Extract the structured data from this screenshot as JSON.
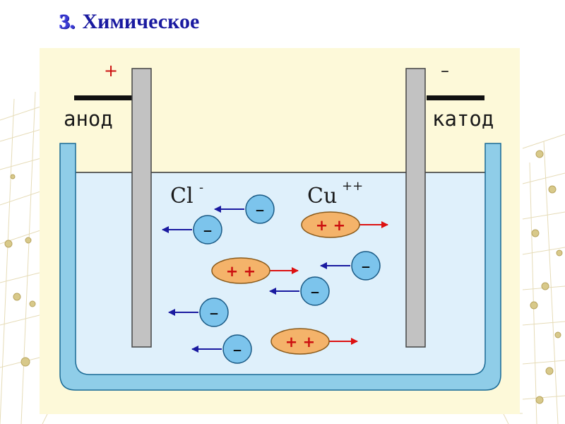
{
  "title": {
    "number": "3.",
    "text": "Химическое"
  },
  "anode": {
    "label": "анод",
    "sign": "+"
  },
  "cathode": {
    "label": "катод",
    "sign": "–"
  },
  "anion_label": {
    "symbol": "Cl",
    "charge": "-"
  },
  "cation_label": {
    "symbol": "Cu",
    "charge": "++"
  },
  "anion_sign": "–",
  "cation_sign": "+ +",
  "colors": {
    "panel": "#fdf9d9",
    "solution": "#dff0fb",
    "vessel": "#8fcde8",
    "electrode": "#c2c2c2",
    "anion_fill": "#7cc4ec",
    "cation_fill": "#f4b36a",
    "anion_arrow": "#1a1aa0",
    "cation_arrow": "#dd1111",
    "title": "#1a1aa0"
  },
  "anions": [
    {
      "id": "anion-1",
      "sign": "–"
    },
    {
      "id": "anion-2",
      "sign": "–"
    },
    {
      "id": "anion-3",
      "sign": "–"
    },
    {
      "id": "anion-4",
      "sign": "–"
    },
    {
      "id": "anion-5",
      "sign": "–"
    },
    {
      "id": "anion-6",
      "sign": "–"
    }
  ],
  "cations": [
    {
      "id": "cation-1",
      "sign": "+ +"
    },
    {
      "id": "cation-2",
      "sign": "+ +"
    },
    {
      "id": "cation-3",
      "sign": "+ +"
    }
  ]
}
